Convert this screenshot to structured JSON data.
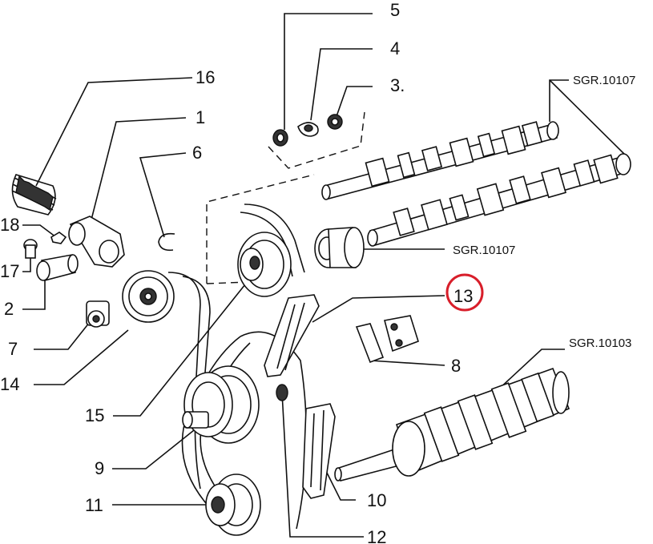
{
  "diagram": {
    "callouts": {
      "c5": "5",
      "c4": "4",
      "c3": "3.",
      "c16": "16",
      "c1": "1",
      "c6": "6",
      "c18": "18",
      "c17": "17",
      "c2": "2",
      "c7": "7",
      "c14": "14",
      "c15": "15",
      "c9": "9",
      "c11": "11",
      "c13": "13",
      "c8": "8",
      "c10": "10",
      "c12": "12"
    },
    "references": {
      "camshaft_top": "SGR.10107",
      "camshaft_lower": "SGR.10107",
      "crankshaft": "SGR.10103"
    },
    "highlight": {
      "callout": "13",
      "color": "#d81e2a"
    }
  }
}
